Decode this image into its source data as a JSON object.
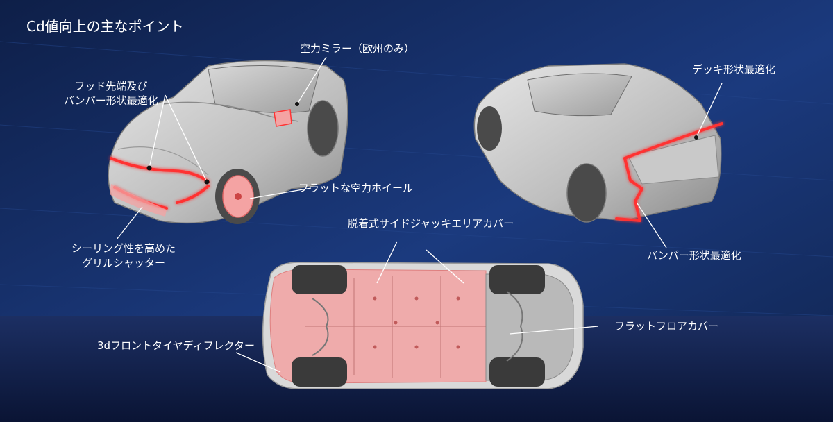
{
  "title": "Cd値向上の主なポイント",
  "labels": {
    "hood_bumper_line1": "フッド先端及び",
    "hood_bumper_line2": "バンパー形状最適化",
    "aero_mirror": "空力ミラー（欧州のみ）",
    "flat_wheel": "フラットな空力ホイール",
    "grille_line1": "シーリング性を高めた",
    "grille_line2": "グリルシャッター",
    "deck_shape": "デッキ形状最適化",
    "rear_bumper": "バンパー形状最適化",
    "side_jack_cover": "脱着式サイドジャッキエリアカバー",
    "flat_floor": "フラットフロアカバー",
    "tire_deflector": "3dフロントタイヤディフレクター"
  },
  "colors": {
    "highlight": "#ff3333",
    "highlight_fill": "#f4a3a3",
    "background": "#0b1530",
    "wall": "#1d3a7a"
  }
}
